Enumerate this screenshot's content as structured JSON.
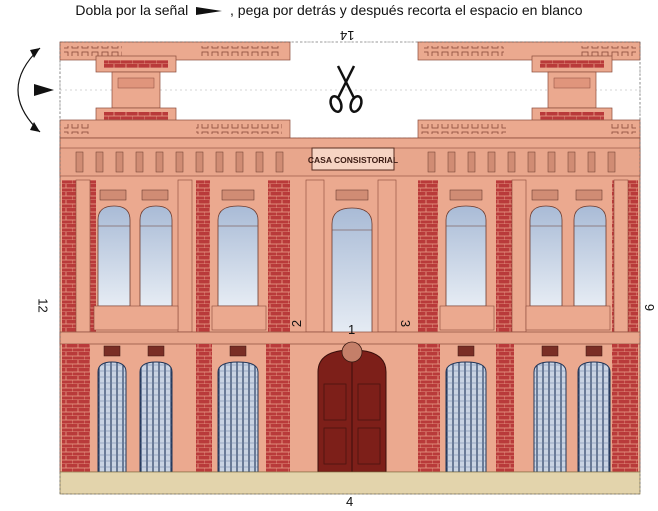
{
  "instructions": {
    "text_before": "Dobla por la señal",
    "text_after": ", pega por detrás y después recorta el espacio en blanco",
    "marker_icon": "triangle-right-icon"
  },
  "building": {
    "sign": "CASA CONSISTORIAL"
  },
  "fold_numbers": {
    "top": "14",
    "left": "12",
    "right": "6",
    "bottom": "4",
    "center": "1",
    "pillar_left": "2",
    "pillar_right": "3"
  },
  "icons": [
    "scissors-icon",
    "fold-arrow-icon"
  ],
  "colors": {
    "brick": "#b93a3a",
    "stone": "#eba98f",
    "stone_dark": "#c47f69",
    "window": "#b7c7dd",
    "door": "#7d1f19",
    "ground": "#e3d4ac"
  }
}
